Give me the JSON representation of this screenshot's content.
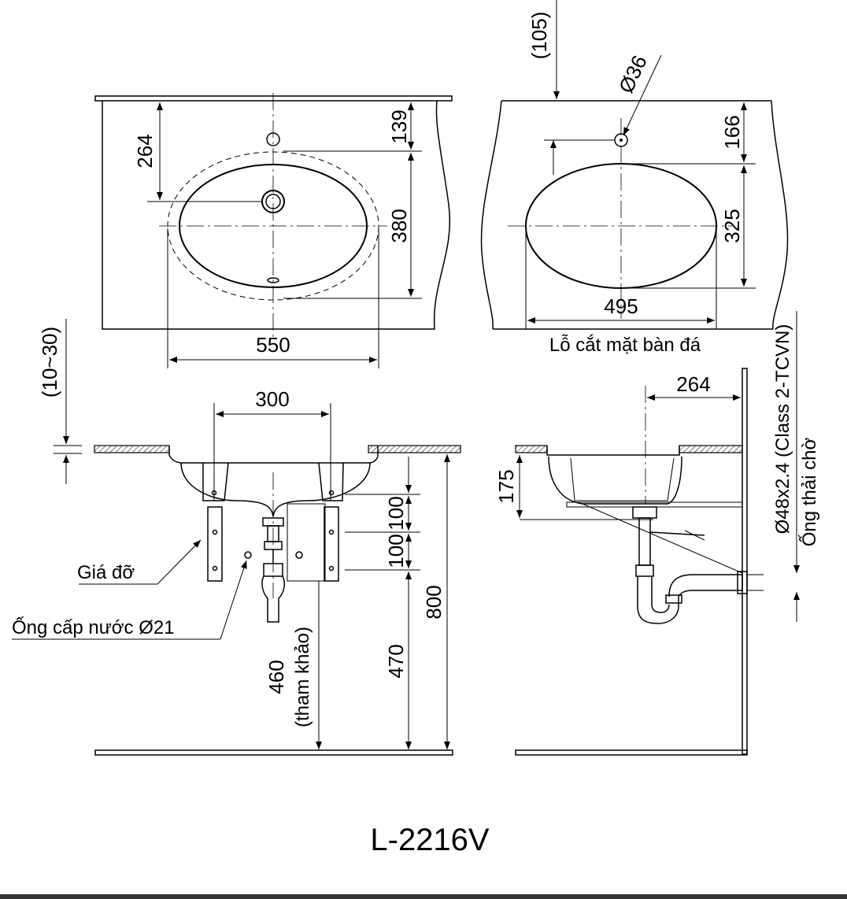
{
  "title": "L-2216V",
  "top_left": {
    "dim_width": "550",
    "dim_depth": "380",
    "dim_to_drain": "264",
    "dim_faucet": "139"
  },
  "top_right": {
    "dim_offset": "(105)",
    "dim_hole": "Ø36",
    "dim_faucet": "166",
    "dim_cut_depth": "325",
    "dim_cut_width": "495",
    "caption": "Lỗ cắt mặt bàn đá"
  },
  "front": {
    "dim_thickness": "(10~30)",
    "dim_bracket_spacing": "300",
    "dim_100_a": "100",
    "dim_100_b": "100",
    "dim_470": "470",
    "dim_800": "800",
    "dim_460": "460",
    "dim_460_note": "(tham khảo)",
    "label_bracket": "Giá đỡ",
    "label_supply": "Ống cấp nước Ø21"
  },
  "side": {
    "dim_264": "264",
    "dim_175": "175",
    "label_pipe": "Ø48x2.4 (Class 2-TCVN)",
    "label_drain": "Ống thải chờ"
  },
  "colors": {
    "line": "#000000",
    "bar": "#333333",
    "background": "#ffffff"
  }
}
